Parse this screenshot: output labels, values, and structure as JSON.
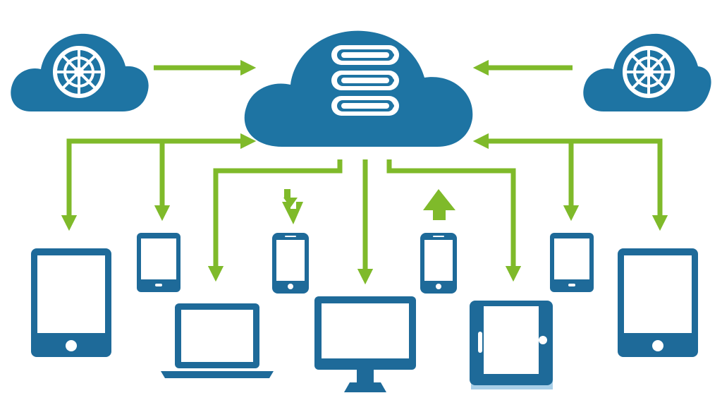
{
  "colors": {
    "cloud": "#1e74a3",
    "device": "#1e6a99",
    "arrow": "#7fba2a",
    "screen": "#ffffff",
    "accent_light": "#a8cfe8"
  },
  "nodes": {
    "central_cloud": {
      "icon": "database-icon"
    },
    "left_cloud": {
      "icon": "gear-icon"
    },
    "right_cloud": {
      "icon": "gear-icon"
    },
    "devices": [
      {
        "type": "tablet",
        "icon": "tablet-icon"
      },
      {
        "type": "phone",
        "icon": "phone-icon"
      },
      {
        "type": "laptop",
        "icon": "laptop-icon"
      },
      {
        "type": "phone",
        "icon": "phone-icon"
      },
      {
        "type": "monitor",
        "icon": "monitor-icon"
      },
      {
        "type": "phone",
        "icon": "phone-icon"
      },
      {
        "type": "tablet",
        "icon": "tablet-icon"
      },
      {
        "type": "phone",
        "icon": "phone-icon"
      },
      {
        "type": "tablet",
        "icon": "tablet-icon"
      }
    ]
  }
}
